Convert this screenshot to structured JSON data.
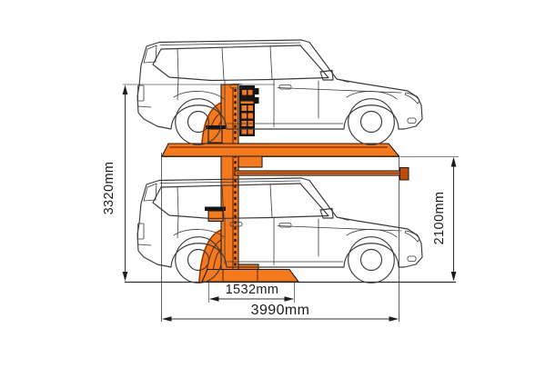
{
  "diagram": {
    "dimensions": {
      "total_height": "3320mm",
      "clearance_height": "2100mm",
      "base_width": "1532mm",
      "total_length": "3990mm"
    },
    "colors": {
      "accent_orange": "#F5791E",
      "dark_orange": "#C04A08",
      "detail_maroon": "#7A2D00",
      "line_dark": "#3A3A3A",
      "background": "#FFFFFF"
    }
  }
}
